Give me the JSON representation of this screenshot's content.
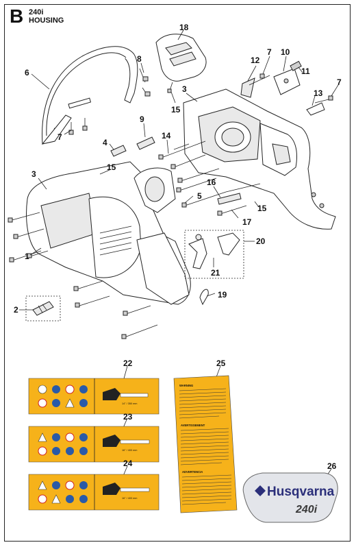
{
  "header": {
    "section_letter": "B",
    "model": "240i",
    "title": "HOUSING"
  },
  "callouts": {
    "p1": "1",
    "p2": "2",
    "p3a": "3",
    "p3b": "3",
    "p4": "4",
    "p5": "5",
    "p6": "6",
    "p7a": "7",
    "p7b": "7",
    "p7c": "7",
    "p8": "8",
    "p9": "9",
    "p10": "10",
    "p11": "11",
    "p12": "12",
    "p13": "13",
    "p14": "14",
    "p15a": "15",
    "p15b": "15",
    "p15c": "15",
    "p16": "16",
    "p17": "17",
    "p18": "18",
    "p19": "19",
    "p20": "20",
    "p21": "21",
    "p22": "22",
    "p23": "23",
    "p24": "24",
    "p25": "25",
    "p26": "26"
  },
  "stickers": {
    "bar_22": "14\" / 350 mm",
    "bar_23": "16\" / 400 mm",
    "bar_24": "16\" / 400 mm"
  },
  "warning_label": {
    "heading_1": "WARNING",
    "heading_2": "AVERTISSEMENT",
    "heading_3": "ADVERTENCIA"
  },
  "plate": {
    "brand": "Husqvarna",
    "model": "240i"
  },
  "colors": {
    "sticker_yellow": "#f6b21a",
    "brand_blue": "#2b2f7a",
    "line": "#222222"
  }
}
